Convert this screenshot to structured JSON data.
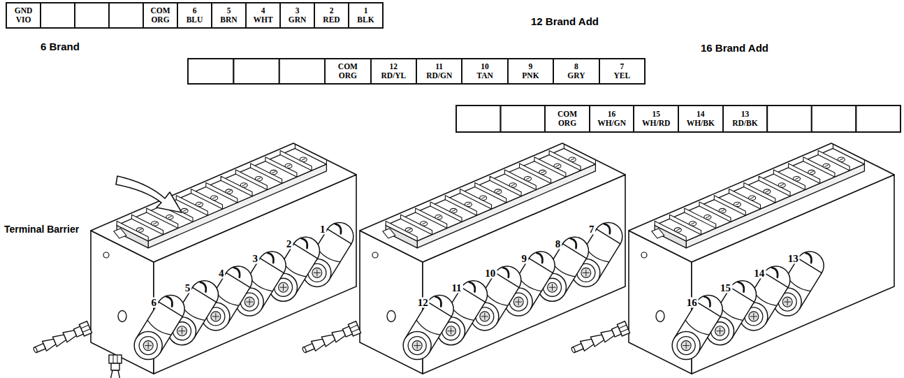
{
  "diagram": {
    "nodes": [
      {
        "text": [
          "GND",
          "VIO"
        ]
      },
      {
        "text": [
          "COM",
          "ORG"
        ]
      },
      {
        "text": [
          "6",
          "BLU"
        ]
      },
      {
        "text": [
          "5",
          "BRN"
        ]
      },
      {
        "text": [
          "4",
          "WHT"
        ]
      },
      {
        "text": [
          "3",
          "GRN"
        ]
      },
      {
        "text": [
          "2",
          "RED"
        ]
      },
      {
        "text": [
          "1",
          "BLK"
        ]
      },
      {
        "text": [
          "COM",
          "ORG"
        ]
      },
      {
        "text": [
          "12",
          "RD/YL"
        ]
      },
      {
        "text": [
          "11",
          "RD/GN"
        ]
      },
      {
        "text": [
          "10",
          "TAN"
        ]
      },
      {
        "text": [
          "9",
          "PNK"
        ]
      },
      {
        "text": [
          "8",
          "GRY"
        ]
      },
      {
        "text": [
          "7",
          "YEL"
        ]
      },
      {
        "text": [
          "COM",
          "ORG"
        ]
      },
      {
        "text": [
          "16",
          "WH/GN"
        ]
      },
      {
        "text": [
          "15",
          "WH/RD"
        ]
      },
      {
        "text": [
          "14",
          "WH/BK"
        ]
      },
      {
        "text": [
          "13",
          "RD/BK"
        ]
      }
    ],
    "labels": [
      "6 Brand",
      "12 Brand Add",
      "16 Brand Add",
      "Terminal Barrier",
      "1",
      "2",
      "3",
      "4",
      "5",
      "6",
      "7",
      "8",
      "9",
      "10",
      "11",
      "12",
      "13",
      "14",
      "15",
      "16"
    ]
  }
}
